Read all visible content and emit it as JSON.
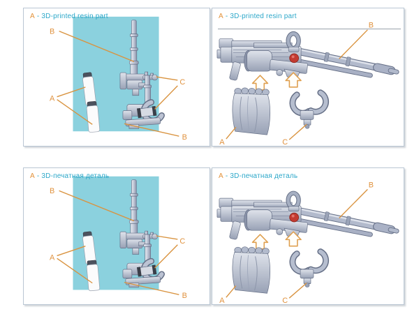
{
  "sheet": {
    "type": "model-kit-instruction-sheet",
    "background": "#ffffff"
  },
  "colors": {
    "accent_orange_label": "#e0923e",
    "accent_orange_line": "#d9933f",
    "header_teal": "#2ba7c9",
    "header_key_orange": "#e2923a",
    "panel_border": "#b9c6d3",
    "image_background_teal": "#8bd1de",
    "part_metal_light": "#dde1ea",
    "part_metal_mid": "#b4bccd",
    "part_metal_dark": "#8a93a9",
    "part_outline": "#656f86",
    "dark_cap": "#4c525e",
    "red_part": "#c23a31",
    "white_part": "#fbfbfc"
  },
  "callouts": {
    "a": "A",
    "b": "B",
    "c": "C"
  },
  "panels": [
    {
      "position": "top-left",
      "header_key": "A",
      "header_text": "- 3D-printed resin part"
    },
    {
      "position": "top-right",
      "header_key": "A",
      "header_text": "- 3D-printed resin part"
    },
    {
      "position": "bottom-left",
      "header_key": "A",
      "header_text": "- 3D-печатная деталь"
    },
    {
      "position": "bottom-right",
      "header_key": "A",
      "header_text": "- 3D-печатная деталь"
    }
  ]
}
